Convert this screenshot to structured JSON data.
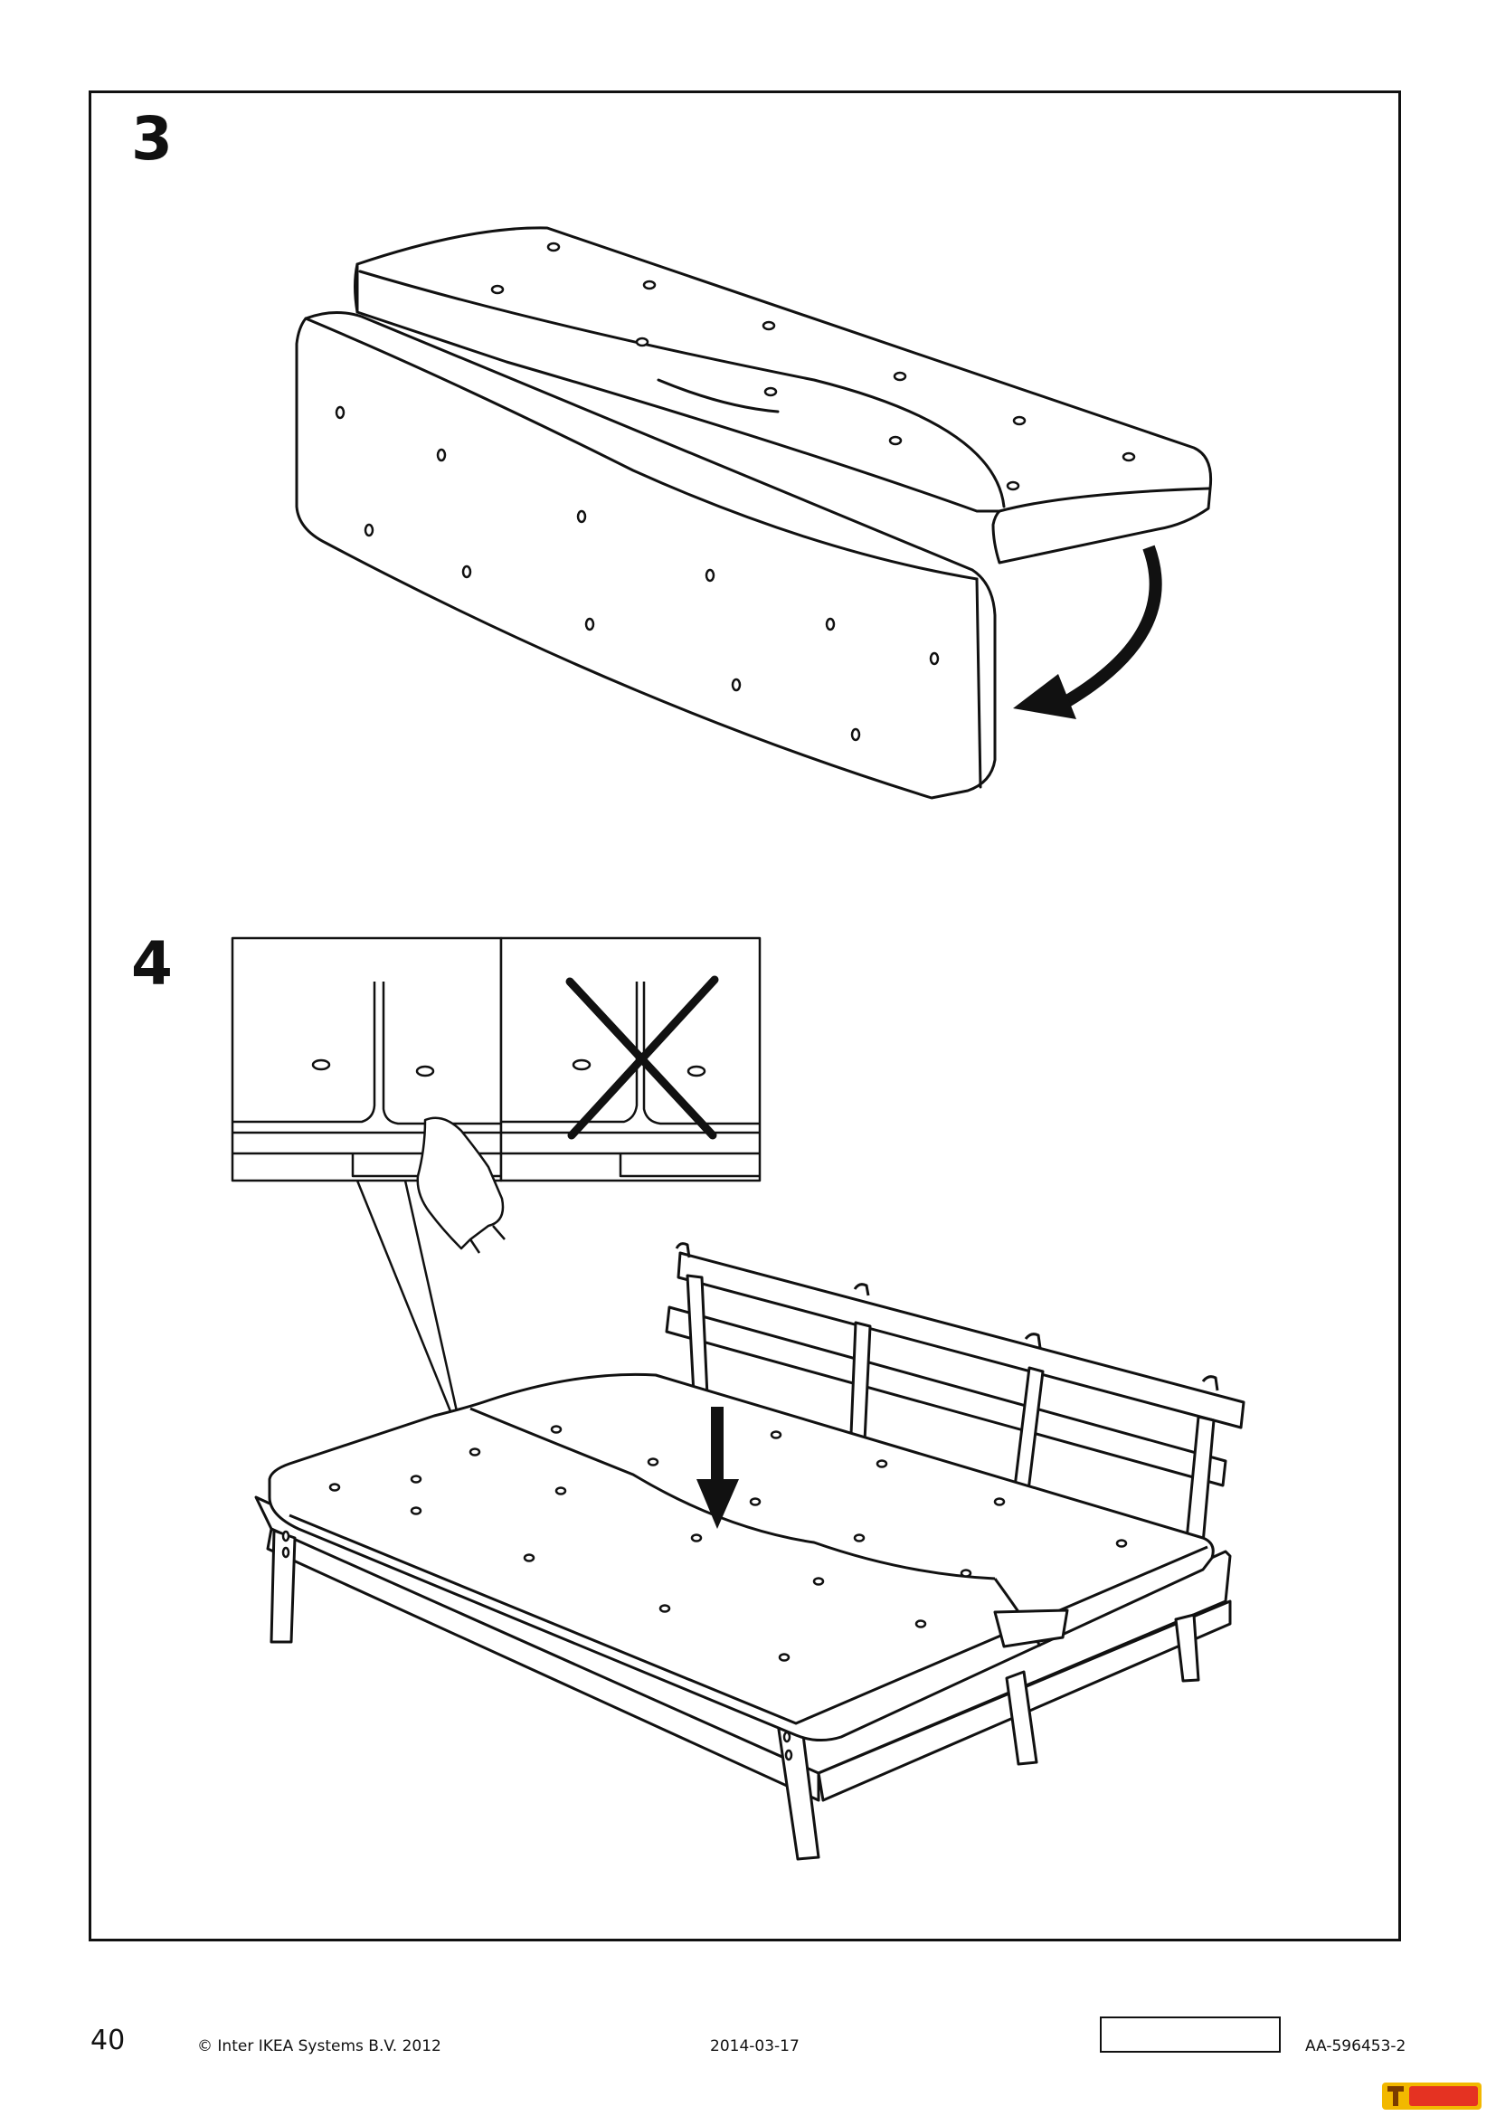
{
  "page": {
    "page_number": "40",
    "copyright": "© Inter IKEA Systems B.V. 2012",
    "date": "2014-03-17",
    "document_code": "AA-596453-2"
  },
  "steps": [
    {
      "number": "3",
      "illustration": "cushion-fold-illustration"
    },
    {
      "number": "4",
      "illustration": "sofa-bed-assembly-illustration"
    }
  ],
  "colors": {
    "ink": "#111111",
    "paper": "#ffffff",
    "logo_accent": "#e53222",
    "logo_gold": "#f2b800"
  }
}
